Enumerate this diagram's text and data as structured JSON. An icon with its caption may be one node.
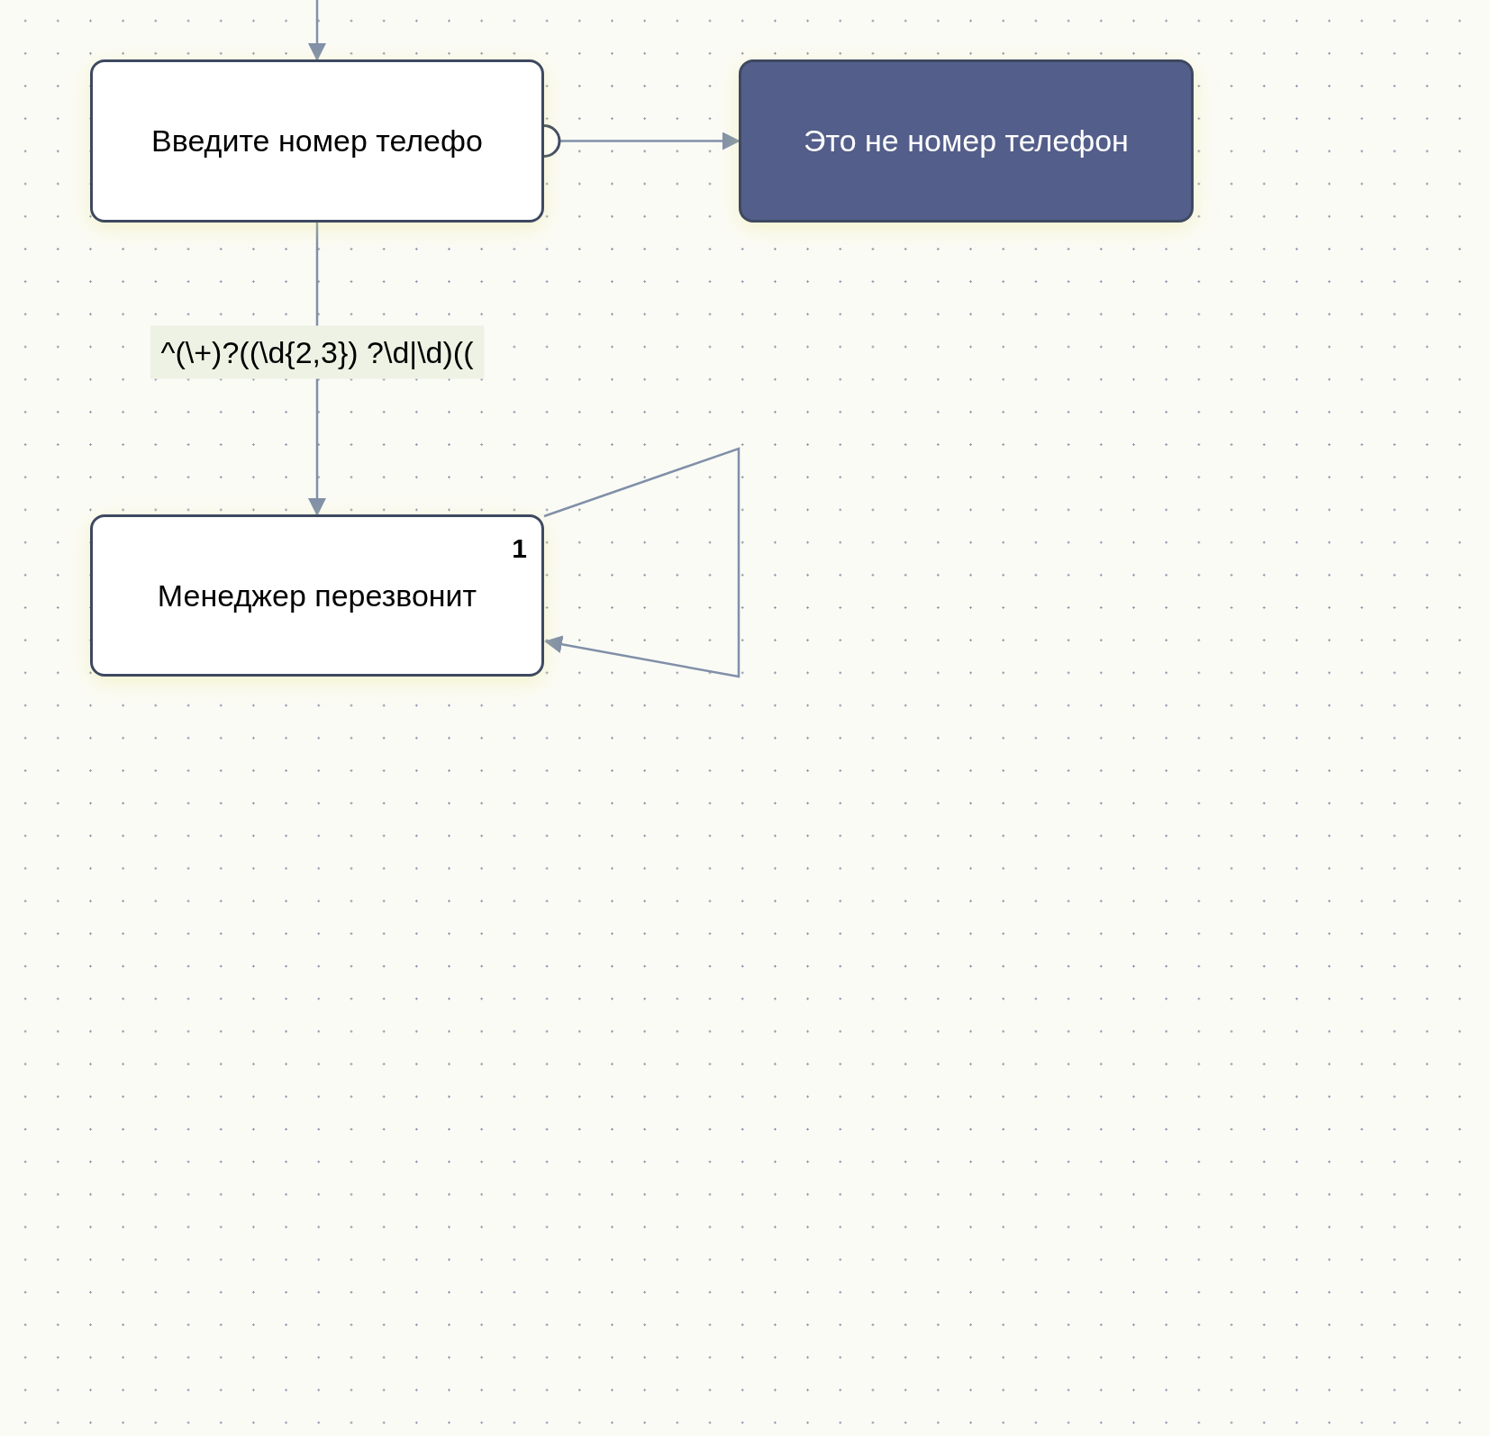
{
  "diagram": {
    "nodes": [
      {
        "text": [
          "Введите номер телефо"
        ]
      },
      {
        "text": [
          "Это не номер телефон"
        ]
      },
      {
        "text": [
          "Менеджер перезвонит",
          "1"
        ]
      }
    ],
    "edges": [
      {
        "from": null,
        "to": 0,
        "arrow": "to"
      },
      {
        "from": 0,
        "to": 1,
        "arrow": "to"
      },
      {
        "from": 0,
        "to": 2,
        "arrow": "to",
        "label": "^(\\+)?((\\d{2,3}) ?\\d|\\d)(("
      },
      {
        "from": 2,
        "to": 2,
        "arrow": "to"
      }
    ]
  }
}
